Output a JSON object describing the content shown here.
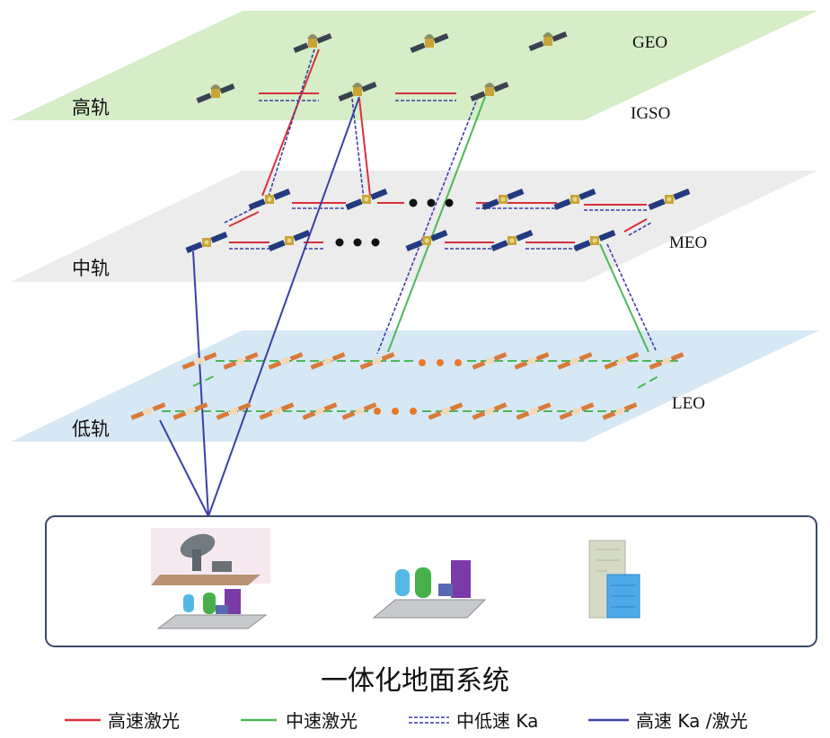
{
  "orbits": {
    "high": {
      "name": "高轨",
      "sublayers": [
        "GEO",
        "IGSO"
      ]
    },
    "mid": {
      "name": "中轨",
      "sublayers": [
        "MEO"
      ]
    },
    "low": {
      "name": "低轨",
      "sublayers": [
        "LEO"
      ]
    }
  },
  "ground": {
    "title": "一体化地面系统"
  },
  "legend": [
    {
      "label": "高速激光",
      "color": "#d9303a",
      "style": "solid"
    },
    {
      "label": "中速激光",
      "color": "#4cb85a",
      "style": "solid"
    },
    {
      "label": "中低速 Ka",
      "color": "#3b3fa8",
      "style": "dashed-double"
    },
    {
      "label": "高速 Ka /激光",
      "color": "#3b3fa8",
      "style": "solid"
    }
  ],
  "colors": {
    "geo_plane": "#d6edc8",
    "meo_plane": "#ececec",
    "leo_plane": "#d7e8f5",
    "ground_border": "#3a4a6a"
  }
}
